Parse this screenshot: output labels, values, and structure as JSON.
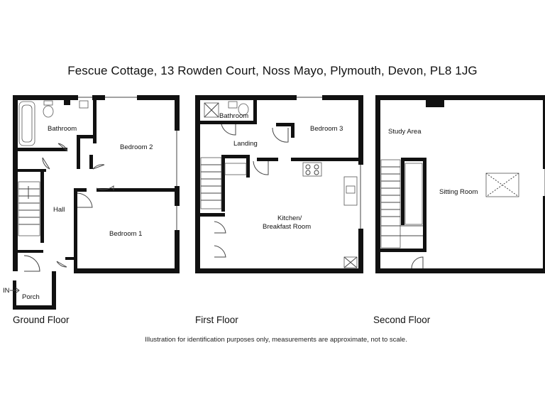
{
  "title": "Fescue Cottage, 13 Rowden Court, Noss Mayo, Plymouth, Devon, PL8 1JG",
  "floors": [
    {
      "label": "Ground Floor"
    },
    {
      "label": "First Floor"
    },
    {
      "label": "Second Floor"
    }
  ],
  "rooms": {
    "ground": {
      "bathroom": "Bathroom",
      "bedroom2": "Bedroom 2",
      "hall": "Hall",
      "bedroom1": "Bedroom 1",
      "porch": "Porch",
      "entrance": "IN"
    },
    "first": {
      "bathroom": "Bathroom",
      "landing": "Landing",
      "bedroom3": "Bedroom 3",
      "kitchen_line1": "Kitchen/",
      "kitchen_line2": "Breakfast Room"
    },
    "second": {
      "study": "Study Area",
      "sitting": "Sitting Room"
    }
  },
  "footnote": "Illustration for identification purposes only, measurements are approximate, not to scale."
}
